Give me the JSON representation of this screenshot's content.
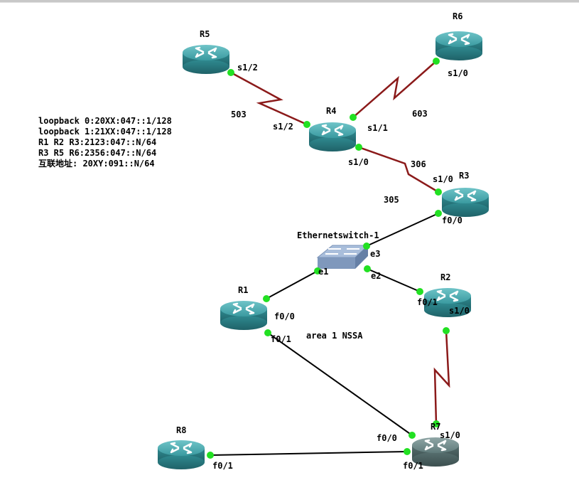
{
  "notes": [
    "loopback 0:20XX:047::1/128",
    "loopback 1:21XX:047::1/128",
    "R1 R2 R3:2123:047::N/64",
    "R3 R5 R6:2356:047::N/64",
    "互联地址: 20XY:091::N/64"
  ],
  "devices": {
    "R1": {
      "name": "R1",
      "type": "router"
    },
    "R2": {
      "name": "R2",
      "type": "router"
    },
    "R3": {
      "name": "R3",
      "type": "router"
    },
    "R4": {
      "name": "R4",
      "type": "router"
    },
    "R5": {
      "name": "R5",
      "type": "router"
    },
    "R6": {
      "name": "R6",
      "type": "router"
    },
    "R7": {
      "name": "R7",
      "type": "router"
    },
    "R8": {
      "name": "R8",
      "type": "router"
    },
    "SW1": {
      "name": "Ethernetswitch-1",
      "type": "switch"
    }
  },
  "interfaces": {
    "r5_s12": "s1/2",
    "r4_s12": "s1/2",
    "r4_s11": "s1/1",
    "r4_s10": "s1/0",
    "r6_s10": "s1/0",
    "r3_s10": "s1/0",
    "r3_f00": "f0/0",
    "sw_e1": "e1",
    "sw_e2": "e2",
    "sw_e3": "e3",
    "r1_f00": "f0/0",
    "r1_f01": "f0/1",
    "r2_f01": "f0/1",
    "r2_s10": "s1/0",
    "r7_f00": "f0/0",
    "r7_f01": "f0/1",
    "r7_s10": "s1/0",
    "r8_f01": "f0/1"
  },
  "link_labels": {
    "r5_r4": "503",
    "r6_r4": "603",
    "r4_r3": "306",
    "r3_sw": "305",
    "area": "area 1 NSSA"
  },
  "colors": {
    "serial": "#8b1a1a",
    "ethernet": "#000000",
    "port": "#22e022",
    "router": "#3a9aa0",
    "router_r7": "#5f7a7a",
    "switch": "#8aa4c8"
  }
}
